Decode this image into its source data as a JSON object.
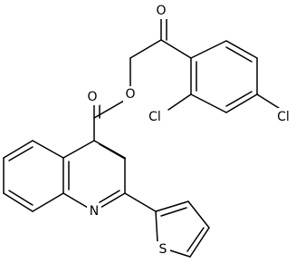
{
  "atoms": {
    "o_ketone": "O",
    "o_ester_ether": "O",
    "o_ester_carbonyl": "O",
    "cl_ortho": "Cl",
    "cl_para": "Cl",
    "n_quinoline": "N",
    "s_thiophene": "S"
  },
  "colors": {
    "bond": "#000000",
    "label": "#000000",
    "background": "#ffffff"
  }
}
